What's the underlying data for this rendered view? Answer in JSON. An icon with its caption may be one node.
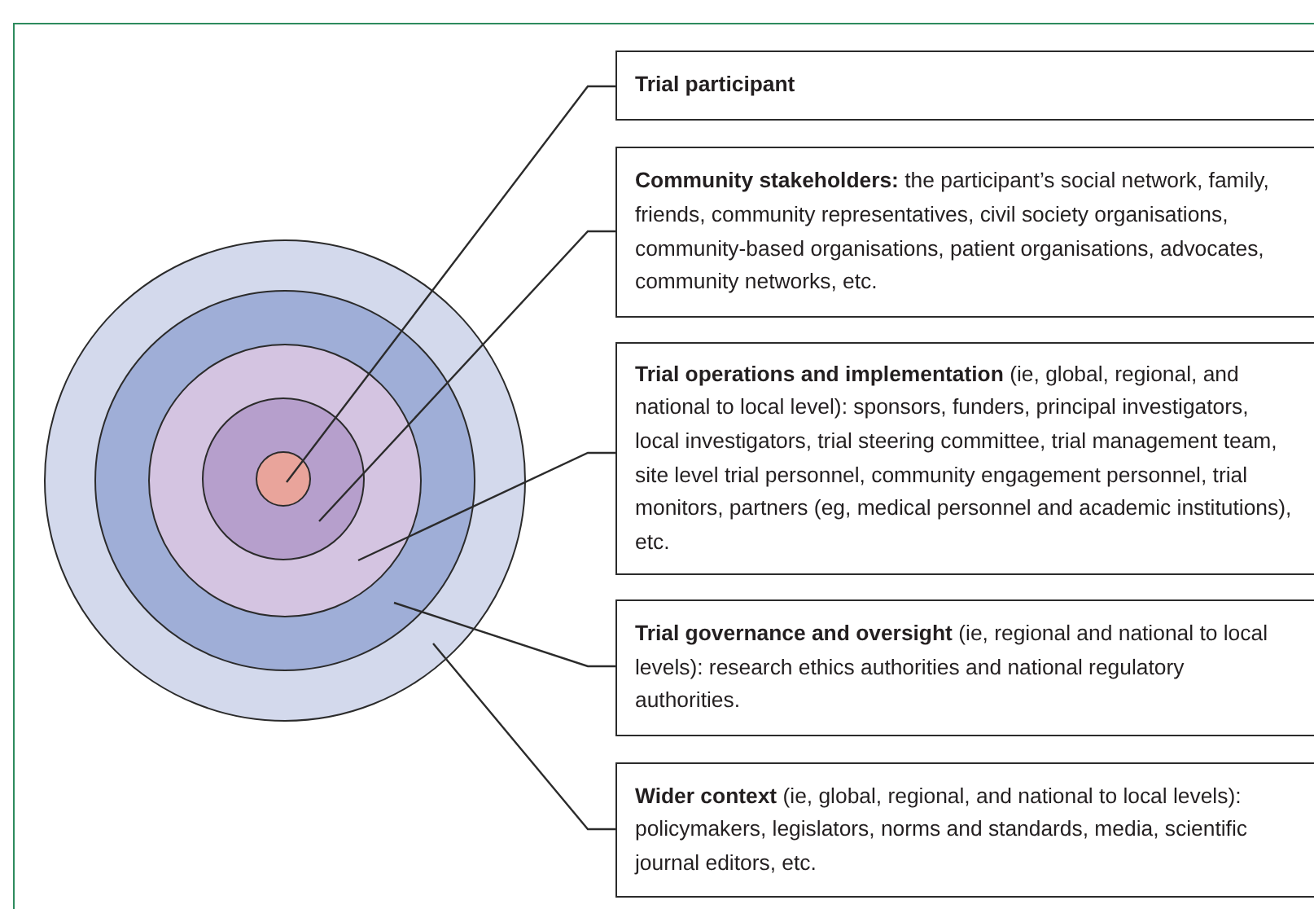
{
  "diagram": {
    "nodes": [
      {
        "text": [],
        "shape": "circle"
      },
      {
        "text": [],
        "shape": "circle",
        "in": 0
      },
      {
        "text": [],
        "shape": "circle",
        "in": 1
      },
      {
        "text": [],
        "shape": "circle",
        "in": 2
      },
      {
        "text": [],
        "shape": "circle",
        "in": 3
      },
      {
        "text": [
          "**Trial participant**"
        ]
      },
      {
        "text": [
          "**Community stakeholders:** the participant’s social network, family, friends, community representatives, civil society organisations, community-based organisations, patient organisations, advocates, community networks, etc."
        ]
      },
      {
        "text": [
          "**Trial operations and implementation** (ie, global, regional, and national to local level): sponsors, funders, principal investigators, local investigators, trial steering committee, trial management team, site level trial personnel, community engagement personnel, trial monitors, partners (eg, medical personnel and academic institutions), etc."
        ]
      },
      {
        "text": [
          "**Trial governance and oversight** (ie, regional and national to local levels): research ethics authorities and national regulatory authorities."
        ]
      },
      {
        "text": [
          "**Wider context** (ie, global, regional, and national to local levels): policymakers, legislators, norms and standards, media, scientific journal editors, etc."
        ]
      }
    ],
    "edges": [
      {
        "from": 5,
        "to": 4,
        "arrow": "none"
      },
      {
        "from": 6,
        "to": 3,
        "arrow": "none"
      },
      {
        "from": 7,
        "to": 2,
        "arrow": "none"
      },
      {
        "from": 8,
        "to": 1,
        "arrow": "none"
      },
      {
        "from": 9,
        "to": 0,
        "arrow": "none"
      }
    ]
  }
}
